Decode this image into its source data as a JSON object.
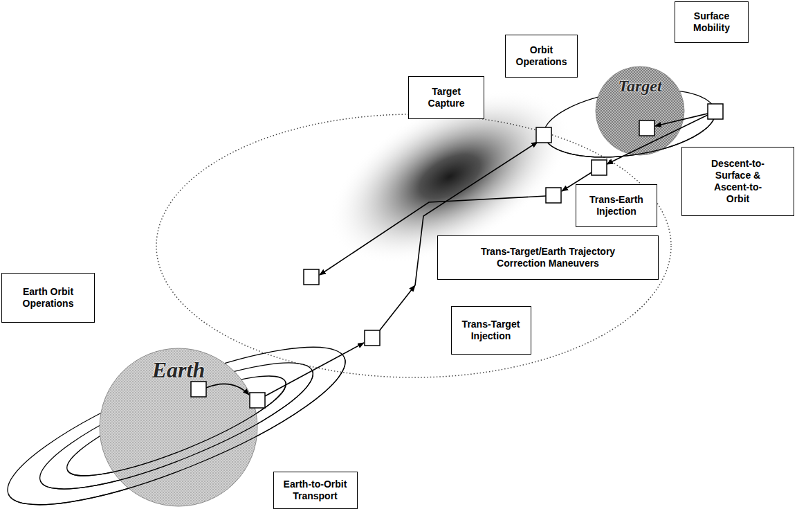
{
  "diagram": {
    "nodes": [
      {
        "text": [
          "Surface Mobility"
        ]
      },
      {
        "text": [
          "Orbit Operations"
        ]
      },
      {
        "text": [
          "Target"
        ]
      },
      {
        "text": [
          "Target Capture"
        ]
      },
      {
        "text": [
          "Descent-to-Surface & Ascent-to-Orbit"
        ]
      },
      {
        "text": [
          "Trans-Earth Injection"
        ]
      },
      {
        "text": [
          "Trans-Target/Earth Trajectory Correction Maneuvers"
        ]
      },
      {
        "text": [
          "Earth Orbit Operations"
        ]
      },
      {
        "text": [
          "Earth"
        ]
      },
      {
        "text": [
          "Trans-Target Injection"
        ]
      },
      {
        "text": [
          "Earth-to-Orbit Transport"
        ]
      }
    ]
  }
}
